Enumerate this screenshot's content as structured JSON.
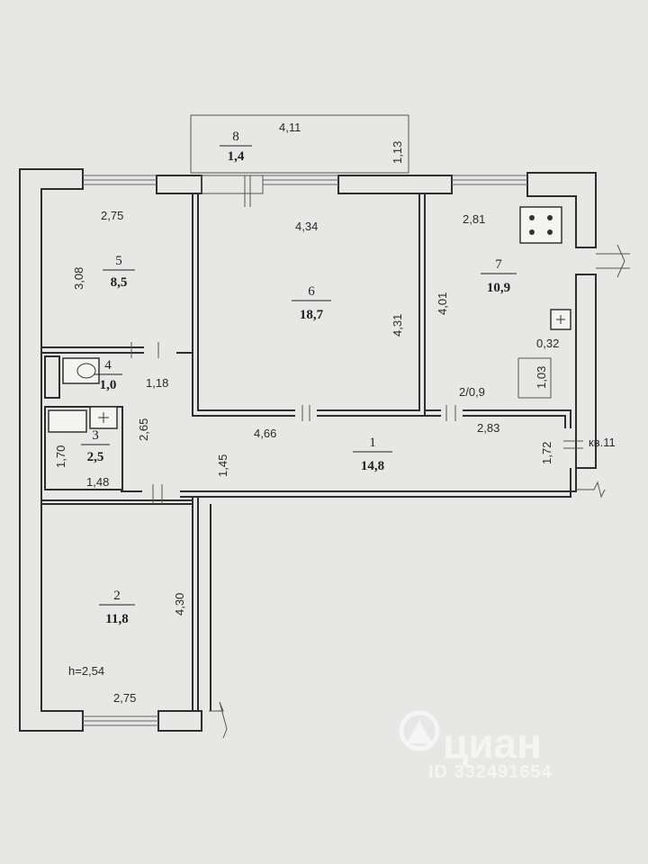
{
  "rooms": {
    "r1": {
      "num": "1",
      "area": "14,8"
    },
    "r2": {
      "num": "2",
      "area": "11,8"
    },
    "r3": {
      "num": "3",
      "area": "2,5"
    },
    "r4": {
      "num": "4",
      "area": "1,0"
    },
    "r5": {
      "num": "5",
      "area": "8,5"
    },
    "r6": {
      "num": "6",
      "area": "18,7"
    },
    "r7": {
      "num": "7",
      "area": "10,9"
    },
    "r8": {
      "num": "8",
      "area": "1,4"
    }
  },
  "dims": {
    "d411": "4,11",
    "d113": "1,13",
    "d275a": "2,75",
    "d434": "4,34",
    "d281": "2,81",
    "d308": "3,08",
    "d431": "4,31",
    "d401": "4,01",
    "d032": "0,32",
    "d103": "1,03",
    "d118": "1,18",
    "d209": "2/0,9",
    "d265": "2,65",
    "d466": "4,66",
    "d283": "2,83",
    "d170": "1,70",
    "d145": "1,45",
    "d172": "1,72",
    "d148": "1,48",
    "d430": "4,30",
    "dh": "h=2,54",
    "d275b": "2,75"
  },
  "apartment_label": "кв.11",
  "watermark": {
    "brand": "циан",
    "id": "ID 332491654"
  }
}
